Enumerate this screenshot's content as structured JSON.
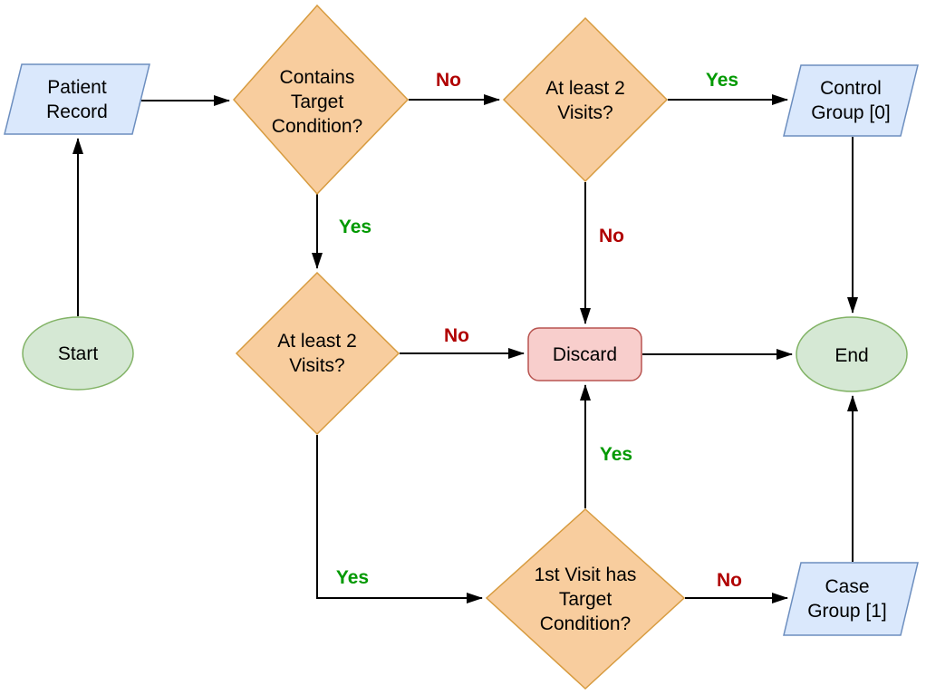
{
  "diagram": {
    "type": "flowchart",
    "nodes": {
      "start": {
        "label": "Start",
        "shape": "ellipse-terminator"
      },
      "patient_record": {
        "label": "Patient Record",
        "shape": "parallelogram-data"
      },
      "contains_target": {
        "label": "Contains Target Condition?",
        "shape": "diamond-decision"
      },
      "visits_top": {
        "label": "At least 2 Visits?",
        "shape": "diamond-decision"
      },
      "control_group": {
        "label": "Control Group [0]",
        "shape": "parallelogram-data"
      },
      "visits_mid": {
        "label": "At least 2 Visits?",
        "shape": "diamond-decision"
      },
      "discard": {
        "label": "Discard",
        "shape": "rounded-rect"
      },
      "end": {
        "label": "End",
        "shape": "ellipse-terminator"
      },
      "first_visit": {
        "label": "1st Visit has Target Condition?",
        "shape": "diamond-decision"
      },
      "case_group": {
        "label": "Case Group [1]",
        "shape": "parallelogram-data"
      }
    },
    "edges": [
      {
        "from": "start",
        "to": "patient_record",
        "label": ""
      },
      {
        "from": "patient_record",
        "to": "contains_target",
        "label": ""
      },
      {
        "from": "contains_target",
        "to": "visits_top",
        "label": "No"
      },
      {
        "from": "contains_target",
        "to": "visits_mid",
        "label": "Yes"
      },
      {
        "from": "visits_top",
        "to": "control_group",
        "label": "Yes"
      },
      {
        "from": "visits_top",
        "to": "discard",
        "label": "No"
      },
      {
        "from": "control_group",
        "to": "end",
        "label": ""
      },
      {
        "from": "visits_mid",
        "to": "discard",
        "label": "No"
      },
      {
        "from": "visits_mid",
        "to": "first_visit",
        "label": "Yes"
      },
      {
        "from": "first_visit",
        "to": "discard",
        "label": "Yes"
      },
      {
        "from": "first_visit",
        "to": "case_group",
        "label": "No"
      },
      {
        "from": "case_group",
        "to": "end",
        "label": ""
      },
      {
        "from": "discard",
        "to": "end",
        "label": ""
      }
    ],
    "colors": {
      "bg": "#ffffff",
      "text_color": "#000000",
      "edge_color": "#000000",
      "terminator_fill": "#d5e8d4",
      "terminator_stroke": "#82b366",
      "data_fill": "#dae8fc",
      "data_stroke": "#6c8ebf",
      "decision_fill": "#f8cd9e",
      "decision_stroke": "#d79b3f",
      "discard_fill": "#f8cecc",
      "discard_stroke": "#b85450",
      "yes_color": "#009900",
      "no_color": "#b00000"
    }
  }
}
